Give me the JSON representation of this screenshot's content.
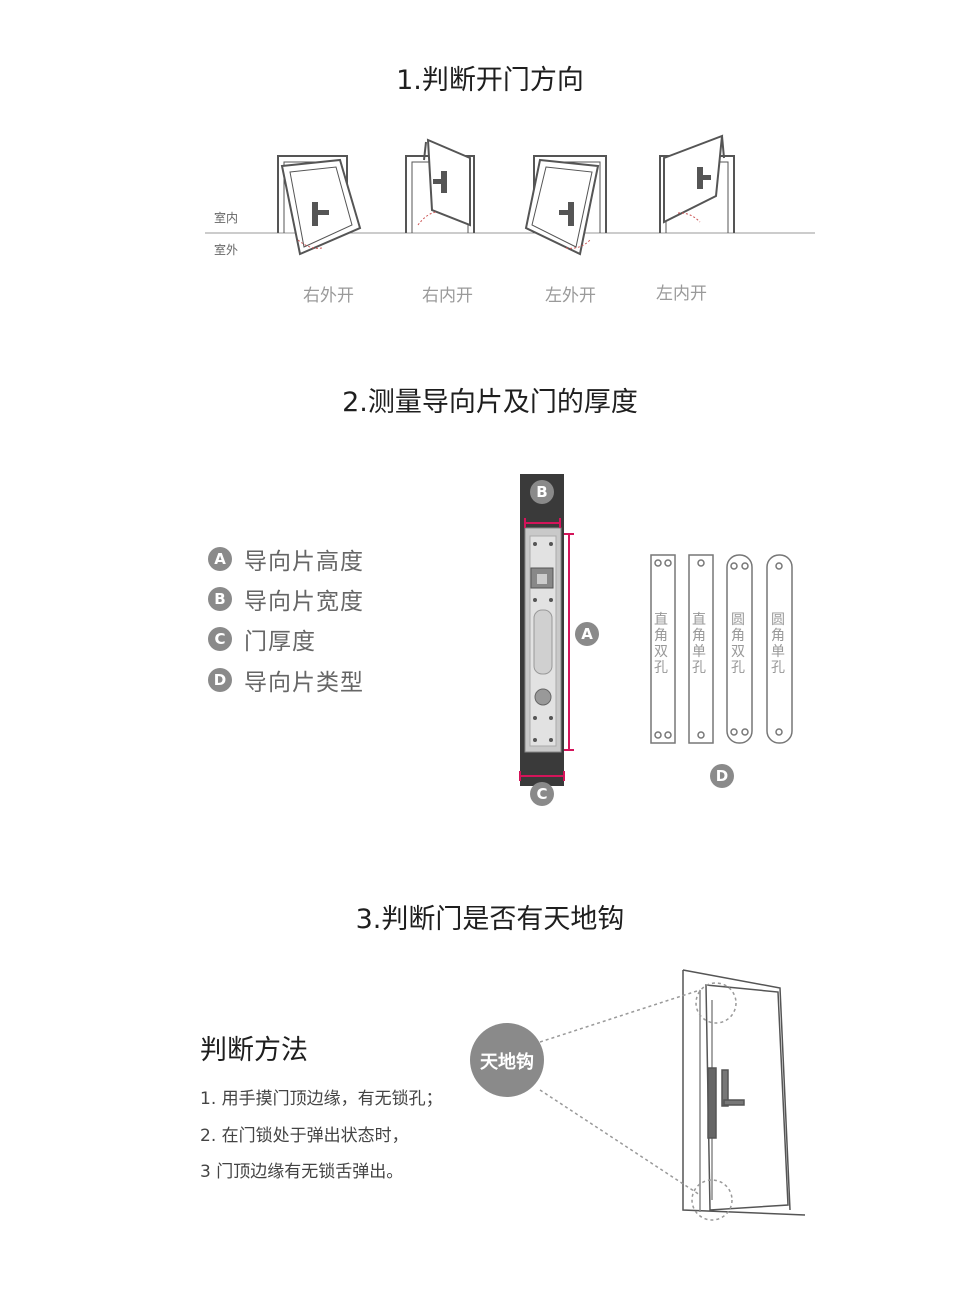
{
  "section1": {
    "title": "1.判断开门方向",
    "indoor": "室内",
    "outdoor": "室外",
    "doors": [
      "右外开",
      "右内开",
      "左外开",
      "左内开"
    ]
  },
  "section2": {
    "title": "2.测量导向片及门的厚度",
    "legend": [
      {
        "badge": "A",
        "text": "导向片高度"
      },
      {
        "badge": "B",
        "text": "导向片宽度"
      },
      {
        "badge": "C",
        "text": "门厚度"
      },
      {
        "badge": "D",
        "text": "导向片类型"
      }
    ],
    "markers": {
      "a": "A",
      "b": "B",
      "c": "C",
      "d": "D"
    },
    "plates": [
      "直角双孔",
      "直角单孔",
      "圆角双孔",
      "圆角单孔"
    ]
  },
  "section3": {
    "title": "3.判断门是否有天地钩",
    "method_title": "判断方法",
    "steps": [
      "1. 用手摸门顶边缘，有无锁孔；",
      "2. 在门锁处于弹出状态时，",
      "3  门顶边缘有无锁舌弹出。"
    ],
    "badge": "天地钩"
  },
  "colors": {
    "accent_red": "#d4145a",
    "badge_gray": "#8a8a8a",
    "plate_dark": "#3a3a3a"
  }
}
